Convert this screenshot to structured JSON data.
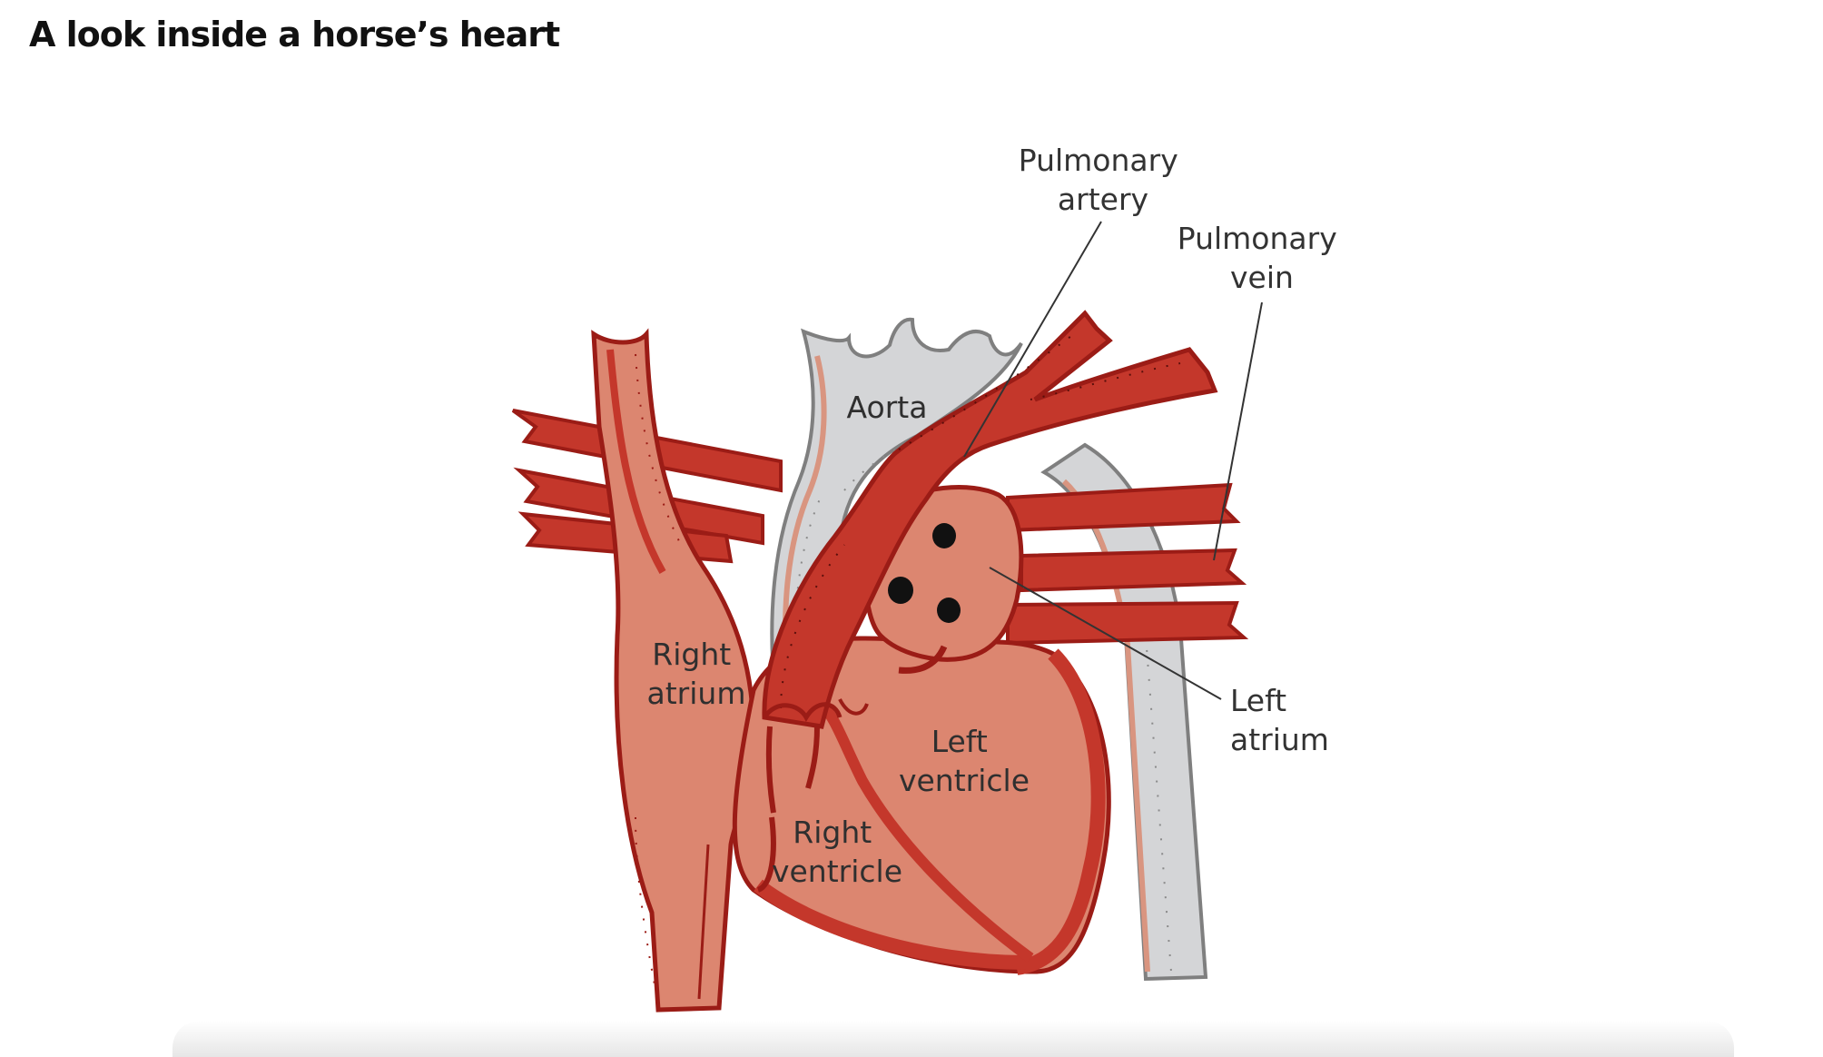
{
  "title": "A look inside a horse’s heart",
  "colors": {
    "vessel_red": "#c4372b",
    "vessel_outline": "#9b1c16",
    "tissue_salmon": "#dc8670",
    "aorta_grey": "#d4d5d7",
    "aorta_outline": "#7f7f7f",
    "dark_outline": "#5a0f0b",
    "label_text": "#333333"
  },
  "labels": {
    "pulmonary_artery": {
      "line1": "Pulmonary",
      "line2": "artery"
    },
    "pulmonary_vein": {
      "line1": "Pulmonary",
      "line2": "vein"
    },
    "aorta": "Aorta",
    "right_atrium": {
      "line1": "Right",
      "line2": "atrium"
    },
    "left_atrium": {
      "line1": "Left",
      "line2": "atrium"
    },
    "left_ventricle": {
      "line1": "Left",
      "line2": "ventricle"
    },
    "right_ventricle": {
      "line1": "Right",
      "line2": "ventricle"
    }
  }
}
